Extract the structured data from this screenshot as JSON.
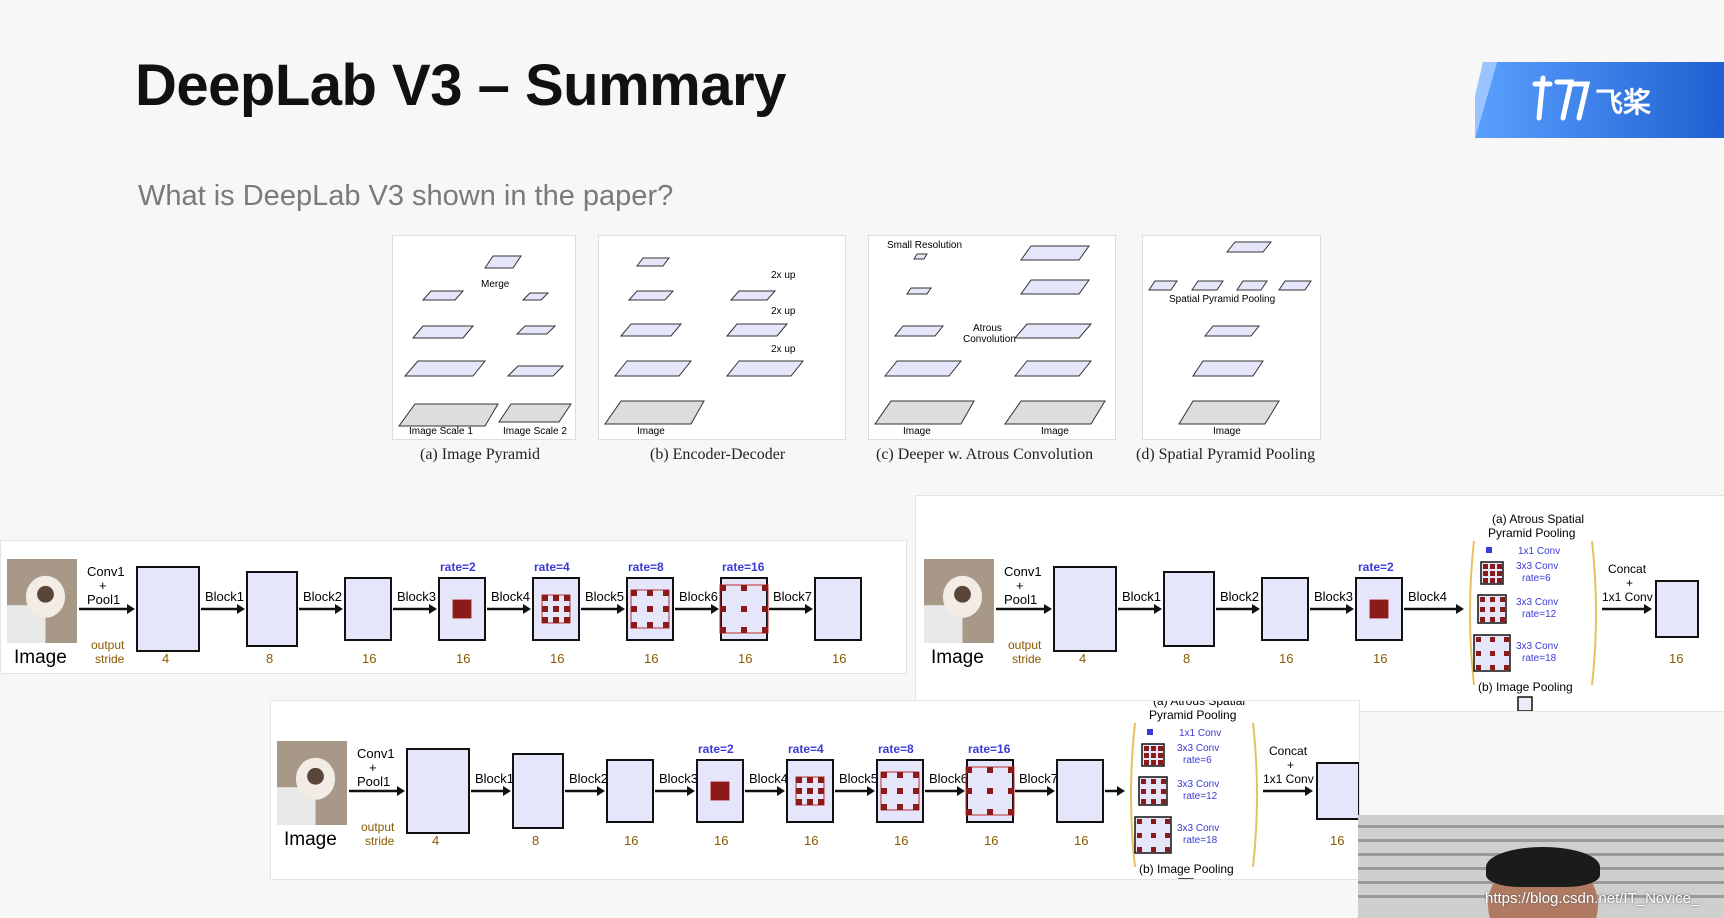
{
  "slide": {
    "title": "DeepLab V3 – Summary",
    "subtitle": "What is DeepLab V3 shown in the paper?",
    "logo_text": "飞桨",
    "watermark": "https://blog.csdn.net/IT_Novice_"
  },
  "panels": [
    {
      "caption": "(a) Image Pyramid",
      "labels": [
        "Merge",
        "Image Scale 1",
        "Image Scale 2"
      ]
    },
    {
      "caption": "(b) Encoder-Decoder",
      "labels": [
        "2x up",
        "2x up",
        "2x up",
        "Image"
      ]
    },
    {
      "caption": "(c) Deeper w. Atrous Convolution",
      "labels": [
        "Small Resolution",
        "Atrous",
        "Convolution",
        "Image",
        "Image"
      ]
    },
    {
      "caption": "(d) Spatial Pyramid Pooling",
      "labels": [
        "Spatial Pyramid Pooling",
        "Image"
      ]
    }
  ],
  "nets": {
    "image_label": "Image",
    "conv1": [
      "Conv1",
      "+",
      "Pool1"
    ],
    "output_stride": [
      "output",
      "stride"
    ],
    "cascade": {
      "blocks": [
        "Block1",
        "Block2",
        "Block3",
        "Block4",
        "Block5",
        "Block6",
        "Block7"
      ],
      "rates": [
        "rate=2",
        "rate=4",
        "rate=8",
        "rate=16"
      ],
      "strides": [
        "4",
        "8",
        "16",
        "16",
        "16",
        "16",
        "16",
        "16"
      ]
    },
    "aspp": {
      "blocks": [
        "Block1",
        "Block2",
        "Block3",
        "Block4"
      ],
      "rates": [
        "rate=2"
      ],
      "strides": [
        "4",
        "8",
        "16",
        "16",
        "16"
      ],
      "aspp_title": [
        "(a) Atrous Spatial",
        "Pyramid Pooling"
      ],
      "branches": [
        "1x1 Conv",
        "3x3 Conv",
        "rate=6",
        "3x3 Conv",
        "rate=12",
        "3x3 Conv",
        "rate=18"
      ],
      "image_pooling": "(b) Image Pooling",
      "concat": [
        "Concat",
        "+",
        "1x1 Conv"
      ]
    },
    "combined": {
      "blocks": [
        "Block1",
        "Block2",
        "Block3",
        "Block4",
        "Block5",
        "Block6",
        "Block7"
      ],
      "rates": [
        "rate=2",
        "rate=4",
        "rate=8",
        "rate=16"
      ],
      "strides": [
        "4",
        "8",
        "16",
        "16",
        "16",
        "16",
        "16",
        "16"
      ]
    }
  },
  "colors": {
    "accent_blue": "#3a3ad6",
    "stride_brown": "#8a5a00",
    "block_fill": "#e6e6fa",
    "logo_blue": "#1f6fe0"
  }
}
